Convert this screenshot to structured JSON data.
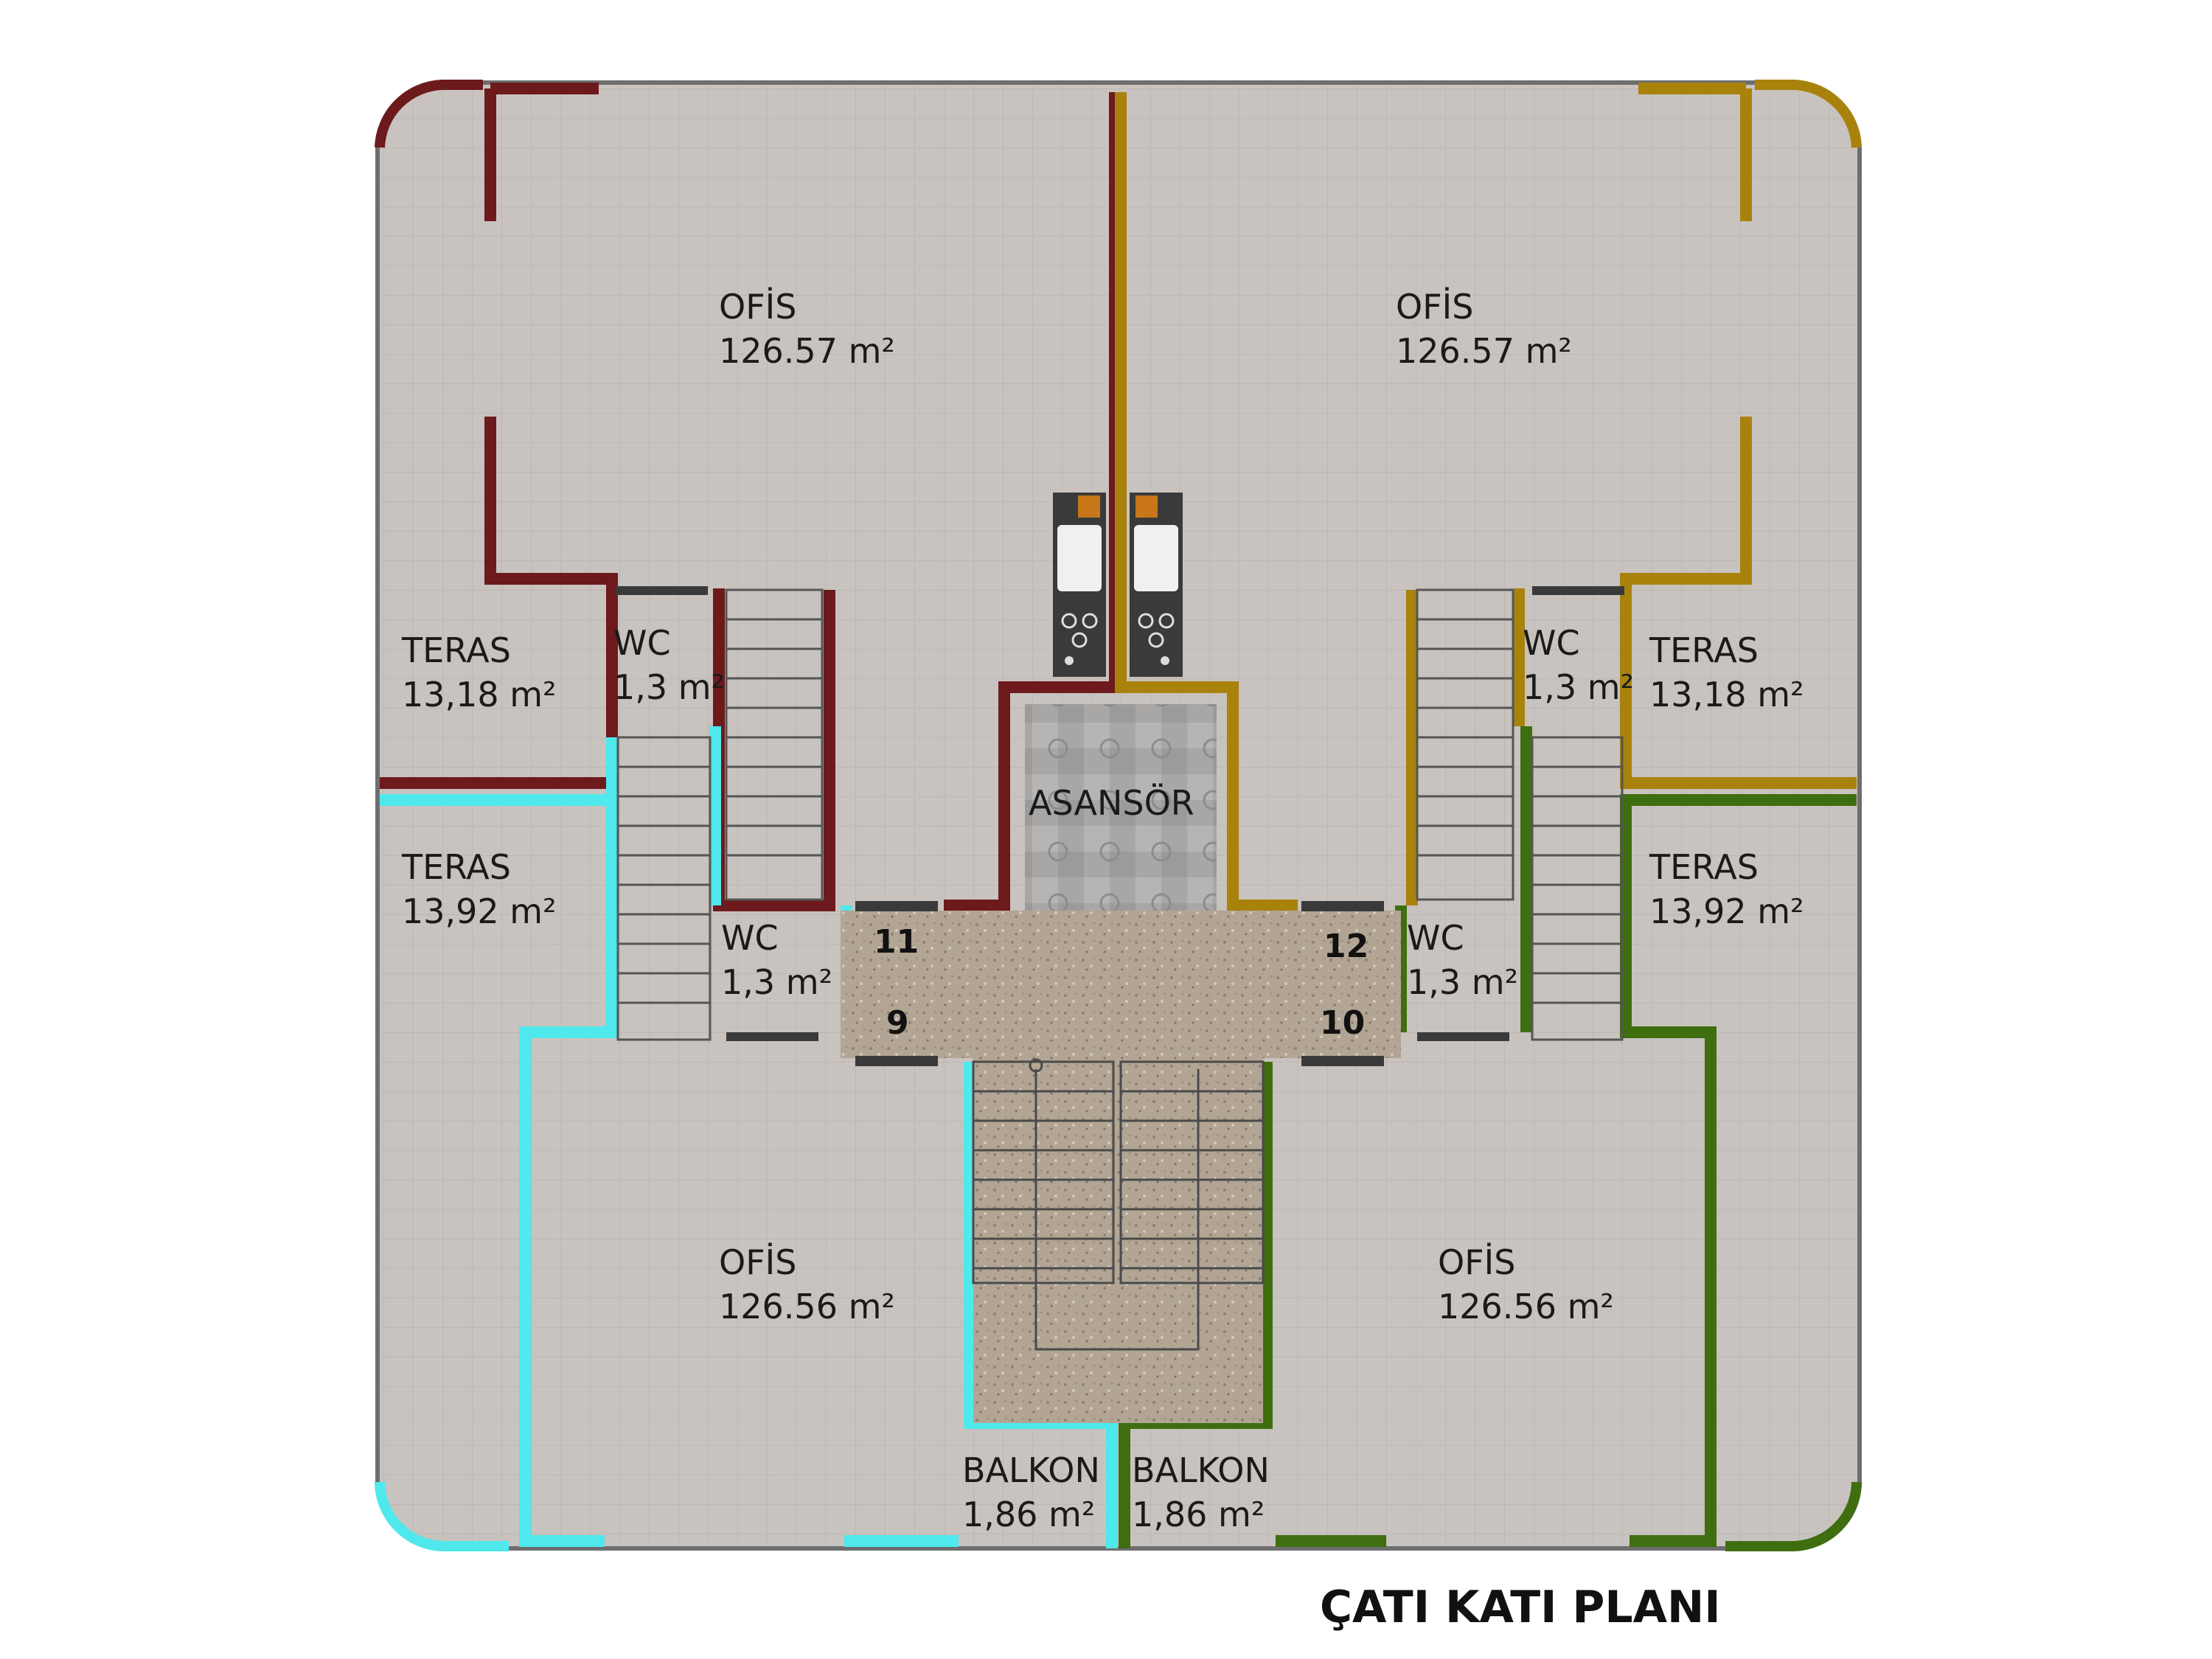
{
  "plan_title": "ÇATI KATI PLANI",
  "colors": {
    "unit_11": "#6d1a1c",
    "unit_12": "#a9820c",
    "unit_9": "#4fe8ec",
    "unit_10": "#3f6e10",
    "floor": "#c8c3bf",
    "grid": "#bdb8b4",
    "outline": "#6e6e6e",
    "core": "#b2a594"
  },
  "rooms": {
    "office_top_left": {
      "name": "OFİS",
      "area": "126.57 m²"
    },
    "office_top_right": {
      "name": "OFİS",
      "area": "126.57 m²"
    },
    "office_bottom_left": {
      "name": "OFİS",
      "area": "126.56 m²"
    },
    "office_bottom_right": {
      "name": "OFİS",
      "area": "126.56 m²"
    },
    "terrace_upper_left": {
      "name": "TERAS",
      "area": "13,18 m²"
    },
    "terrace_upper_right": {
      "name": "TERAS",
      "area": "13,18 m²"
    },
    "terrace_lower_left": {
      "name": "TERAS",
      "area": "13,92 m²"
    },
    "terrace_lower_right": {
      "name": "TERAS",
      "area": "13,92 m²"
    },
    "wc_upper_left": {
      "name": "WC",
      "area": "1,3 m²"
    },
    "wc_upper_right": {
      "name": "WC",
      "area": "1,3 m²"
    },
    "wc_lower_left": {
      "name": "WC",
      "area": "1,3 m²"
    },
    "wc_lower_right": {
      "name": "WC",
      "area": "1,3 m²"
    },
    "balcony_left": {
      "name": "BALKON",
      "area": "1,86 m²"
    },
    "balcony_right": {
      "name": "BALKON",
      "area": "1,86 m²"
    },
    "elevator": {
      "name": "ASANSÖR"
    }
  },
  "unit_numbers": {
    "u11": "11",
    "u12": "12",
    "u9": "9",
    "u10": "10"
  }
}
